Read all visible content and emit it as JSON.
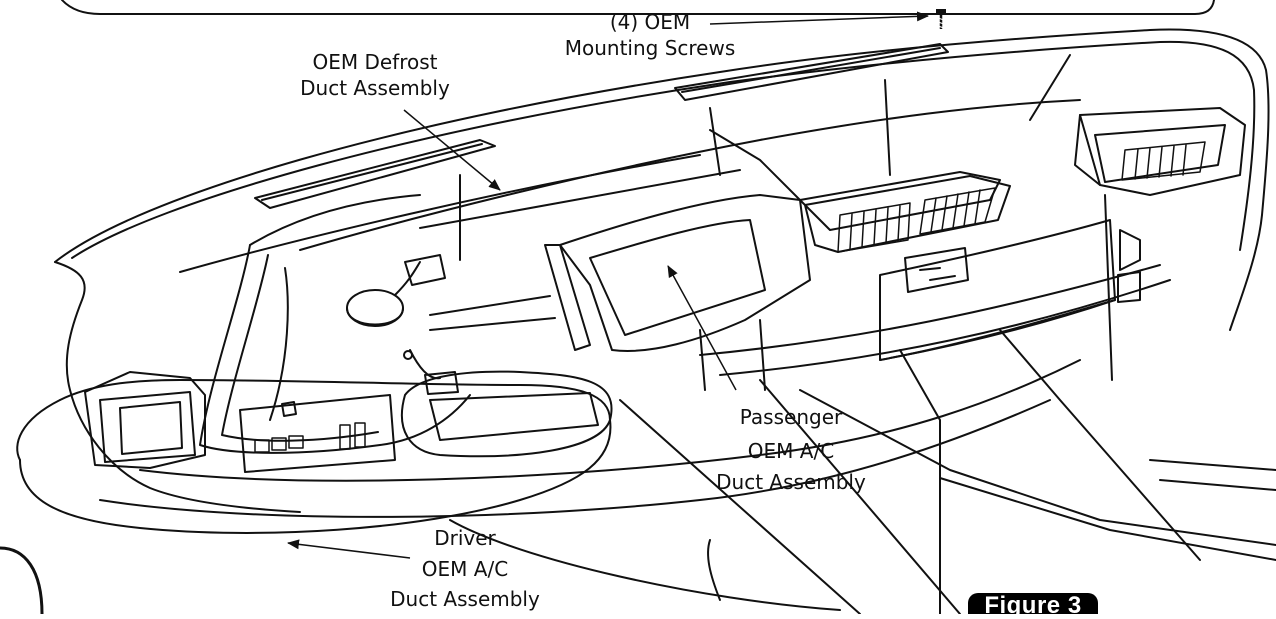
{
  "labels": {
    "mounting_screws": {
      "line1": "(4) OEM",
      "line2": "Mounting Screws"
    },
    "defrost_duct": {
      "line1": "OEM Defrost",
      "line2": "Duct Assembly"
    },
    "passenger_duct": {
      "line1": "Passenger",
      "line2": "OEM A/C",
      "line3": "Duct Assembly"
    },
    "driver_duct": {
      "line1": "Driver",
      "line2": "OEM A/C",
      "line3": "Duct Assembly"
    }
  },
  "figure_badge": "Figure 3",
  "colors": {
    "line": "#111111",
    "badge_bg": "#000000",
    "badge_text": "#ffffff",
    "background": "#ffffff"
  }
}
